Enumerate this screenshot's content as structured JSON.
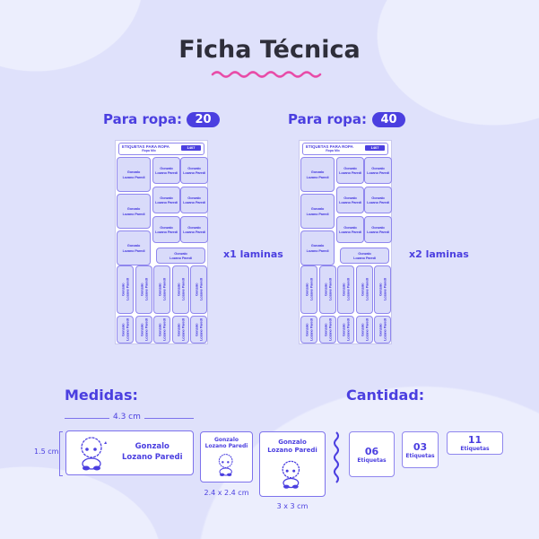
{
  "title": "Ficha Técnica",
  "accent": "#4b3fe0",
  "sets": [
    {
      "label": "Para ropa:",
      "count": "20",
      "sheets": "x1 laminas"
    },
    {
      "label": "Para ropa:",
      "count": "40",
      "sheets": "x2 laminas"
    }
  ],
  "sheet": {
    "header": "ETIQUETAS PARA ROPA",
    "subheader": "Ropa Mix",
    "badge": "1407",
    "name1": "Gonzalo",
    "name2": "Lozano Paredi"
  },
  "medidas": {
    "heading": "Medidas:",
    "width_label": "4.3 cm",
    "height_label": "1.5 cm",
    "labels": [
      {
        "name1": "Gonzalo",
        "name2": "Lozano Paredi",
        "size": ""
      },
      {
        "name1": "Gonzalo",
        "name2": "Lozano Paredi",
        "size": "2.4 x 2.4 cm"
      },
      {
        "name1": "Gonzalo",
        "name2": "Lozano Paredi",
        "size": "3 x 3 cm"
      }
    ]
  },
  "cantidad": {
    "heading": "Cantidad:",
    "items": [
      {
        "n": "06",
        "t": "Etiquetas"
      },
      {
        "n": "03",
        "t": "Etiquetas"
      },
      {
        "n": "11",
        "t": "Etiquetas"
      }
    ]
  }
}
